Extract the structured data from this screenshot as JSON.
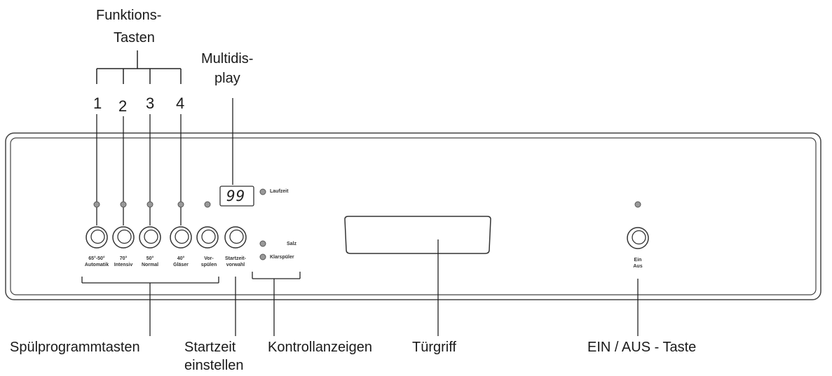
{
  "callouts": {
    "function_keys": [
      "Funktions-",
      "Tasten"
    ],
    "multidisplay": [
      "Multidis-",
      "play"
    ],
    "key_numbers": [
      "1",
      "2",
      "3",
      "4"
    ],
    "program_keys": "Spülprogrammtasten",
    "start_time": [
      "Startzeit",
      "einstellen"
    ],
    "indicators": "Kontrollanzeigen",
    "door_handle": "Türgriff",
    "power_key": "EIN / AUS - Taste"
  },
  "panel": {
    "display_value": "99",
    "buttons": [
      {
        "line1": "65°-50°",
        "line2": "Automatik"
      },
      {
        "line1": "70°",
        "line2": "Intensiv"
      },
      {
        "line1": "50°",
        "line2": "Normal"
      },
      {
        "line1": "40°",
        "line2": "Gläser"
      },
      {
        "line1": "Vor-",
        "line2": "spülen"
      },
      {
        "line1": "Startzeit-",
        "line2": "vorwahl"
      }
    ],
    "indicator_labels": {
      "runtime": "Laufzeit",
      "salt": "Salz",
      "rinse_aid": "Klarspüler"
    },
    "power_button": {
      "line1": "Ein",
      "line2": "Aus"
    }
  }
}
